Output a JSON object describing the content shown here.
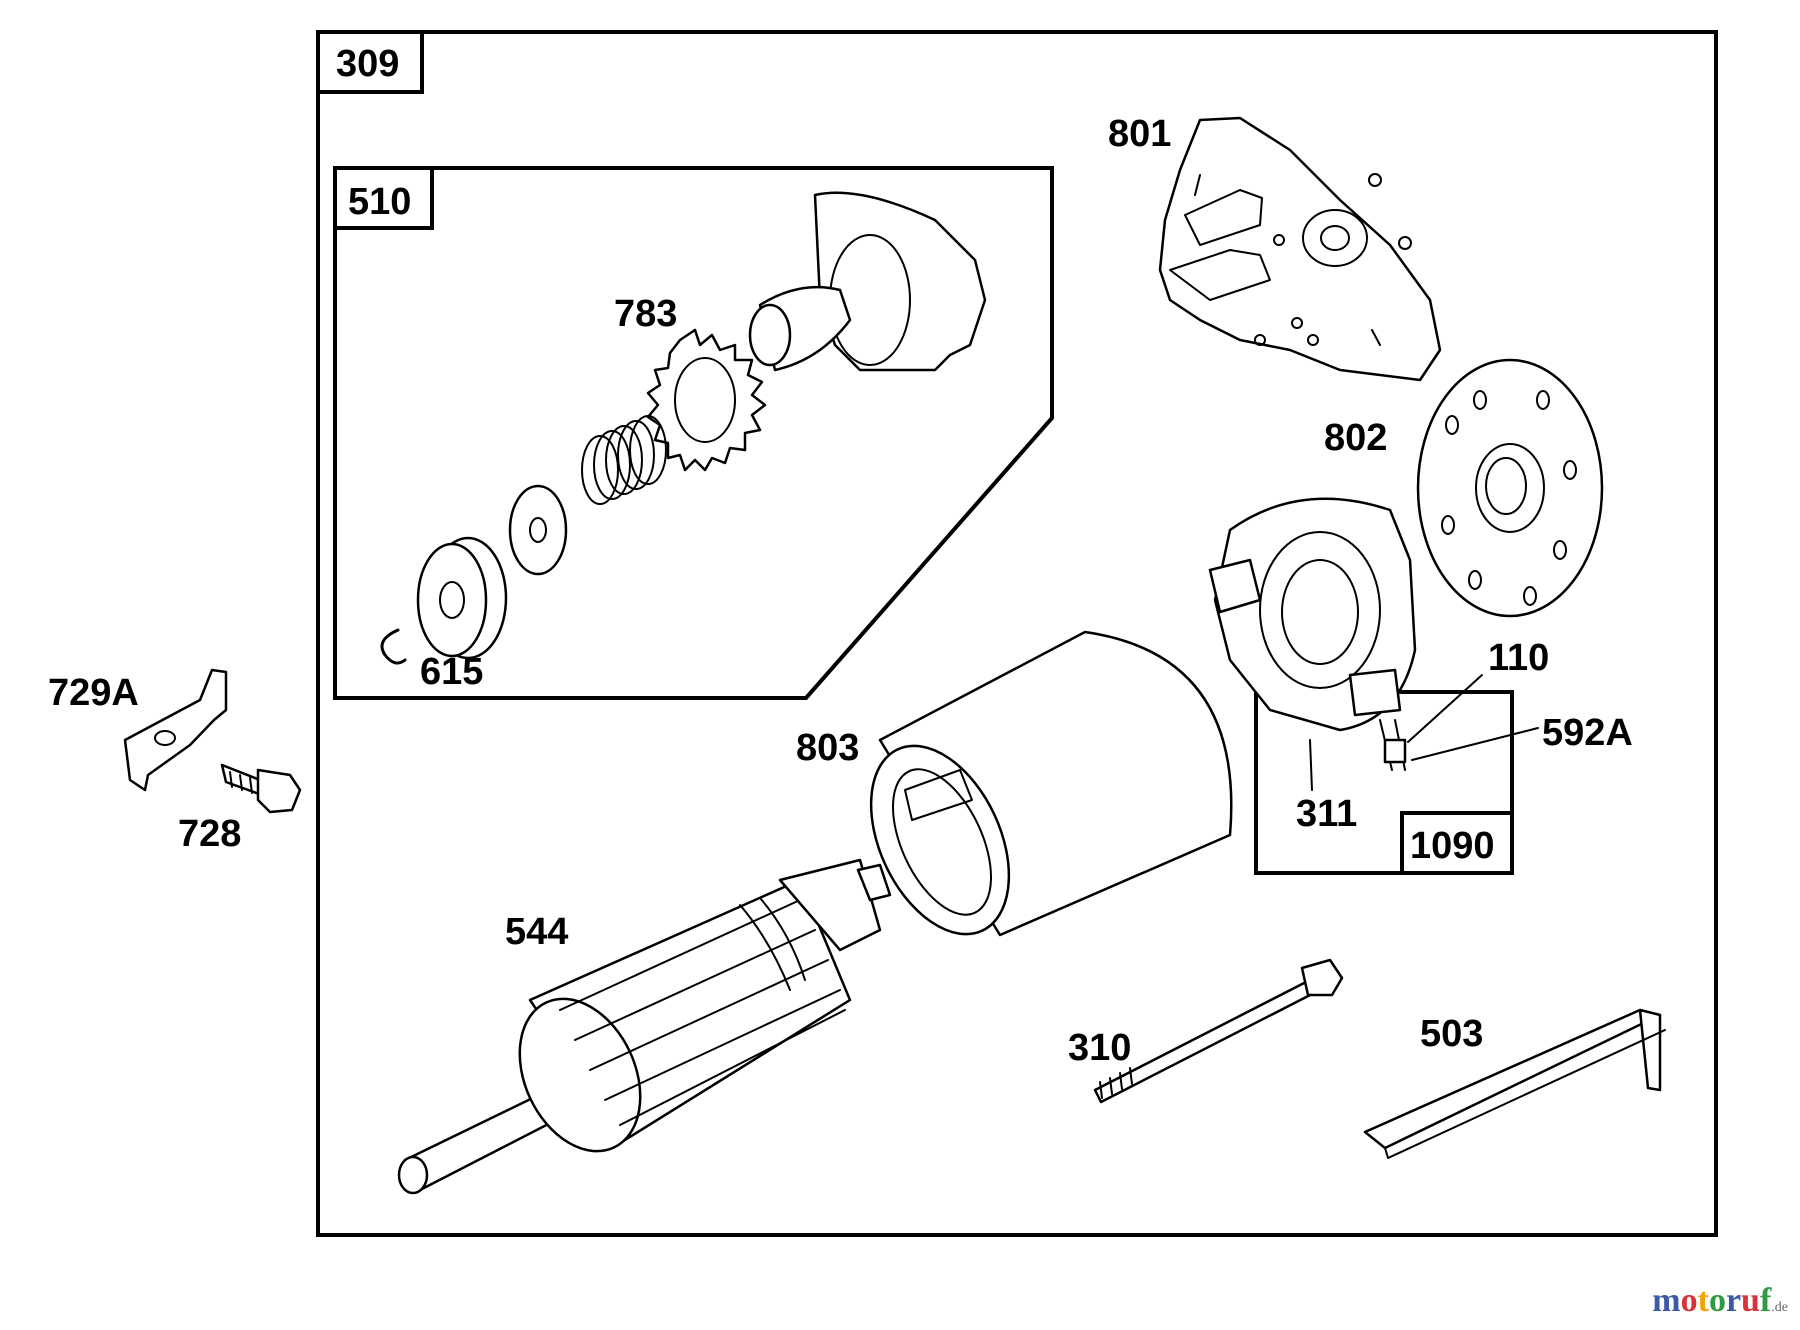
{
  "kit_frames": {
    "main": "309",
    "drive_kit": "510",
    "brush_kit": "1090"
  },
  "parts": {
    "p801": "801",
    "p802": "802",
    "p783": "783",
    "p615": "615",
    "p729a": "729A",
    "p728": "728",
    "p803": "803",
    "p110": "110",
    "p592a": "592A",
    "p311": "311",
    "p544": "544",
    "p310": "310",
    "p503": "503"
  },
  "watermark": {
    "letters": [
      "m",
      "o",
      "t",
      "o",
      "r",
      "u",
      "f"
    ],
    "colors": [
      "#3d5aa8",
      "#d8333a",
      "#f2a300",
      "#2f9a44",
      "#3d5aa8",
      "#d8333a",
      "#2f9a44"
    ],
    "tld": ".de"
  }
}
